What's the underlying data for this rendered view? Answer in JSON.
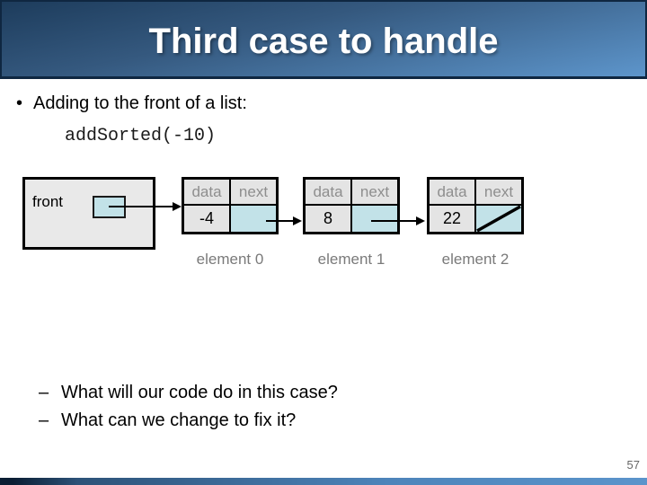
{
  "slide": {
    "title": "Third case to handle",
    "page_number": "57"
  },
  "content": {
    "bullet_marker": "•",
    "bullet_text": "Adding to the front of a list:",
    "code": "addSorted(-10)",
    "sub_bullets": [
      {
        "marker": "–",
        "text": "What will our code do in this case?"
      },
      {
        "marker": "–",
        "text": "What can we change to fix it?"
      }
    ]
  },
  "diagram": {
    "front_label": "front",
    "nodes": [
      {
        "data_header": "data",
        "next_header": "next",
        "data_value": "-4",
        "label": "element 0",
        "next_is_null": false
      },
      {
        "data_header": "data",
        "next_header": "next",
        "data_value": "8",
        "label": "element 1",
        "next_is_null": false
      },
      {
        "data_header": "data",
        "next_header": "next",
        "data_value": "22",
        "label": "element 2",
        "next_is_null": true
      }
    ],
    "colors": {
      "node_cell_bg": "#e4e4e4",
      "pointer_cell_bg": "#c2e2e8",
      "header_text": "#8e8e8e",
      "label_text": "#7a7a7a",
      "border": "#000000"
    }
  },
  "theme": {
    "header_gradient_top": "#1d3c5c",
    "header_gradient_bottom": "#5d95cb",
    "title_color": "#ffffff",
    "footer_bar_color": "#4d84ba"
  }
}
